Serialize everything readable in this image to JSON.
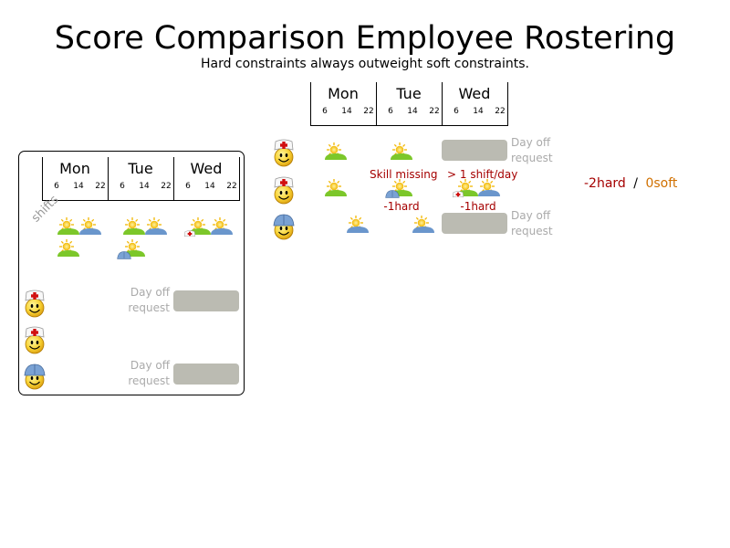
{
  "title": "Score Comparison Employee Rostering",
  "subtitle": "Hard constraints always outweight soft constraints.",
  "days": [
    "Mon",
    "Tue",
    "Wed"
  ],
  "hour_ticks": [
    "6",
    "14",
    "22"
  ],
  "shifts_label": "shifts",
  "day_off_request": [
    "Day off",
    "request"
  ],
  "violations": {
    "skill_missing": "Skill missing",
    "multi_shift": "> 1 shift/day",
    "penalty": "-1hard"
  },
  "score": {
    "hard": "-2hard",
    "separator": "/",
    "soft": "0soft",
    "hard_color": "#a50000",
    "soft_color": "#d07000"
  },
  "colors": {
    "nurse_shift": "#7cc72a",
    "handyman_shift": "#6a96cc",
    "day_off_box": "#bbbbb2"
  },
  "icons": {
    "nurse": "nurse-face-icon",
    "handyman": "handyman-face-icon",
    "shift": "sun-shift-icon"
  }
}
